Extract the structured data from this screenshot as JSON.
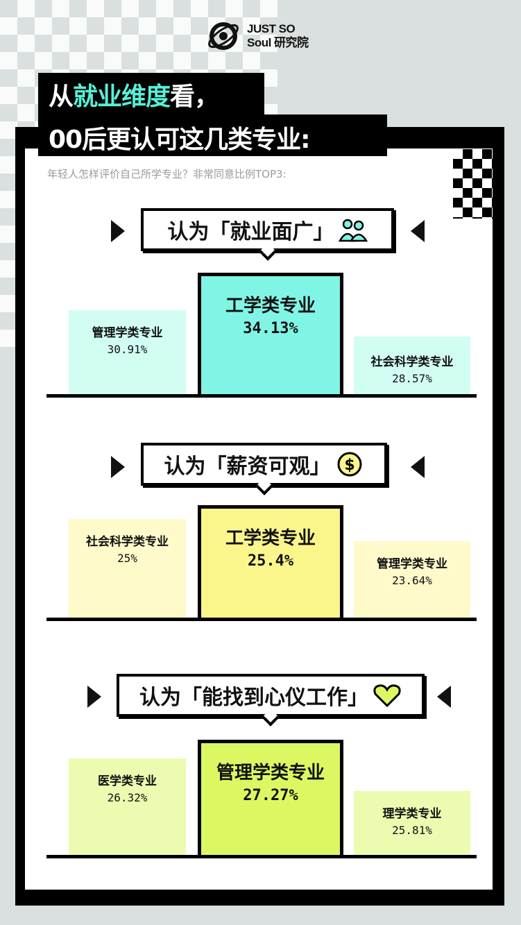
{
  "logo": {
    "line1": "JUST SO",
    "line2": "Soul 研究院"
  },
  "title": {
    "line1_pre": "从",
    "line1_hl": "就业维度",
    "line1_post": "看，",
    "line2": "00后更认可这几类专业:"
  },
  "subtitle": "年轻人怎样评价自己所学专业？非常同意比例TOP3:",
  "colors": {
    "accent": "#55f0d8",
    "s1_light": "#d2fdf3",
    "s1_main": "#80f5e5",
    "s2_light": "#fefac9",
    "s2_main": "#fbf68c",
    "s3_light": "#ebfbb0",
    "s3_main": "#dbf862"
  },
  "chart_data": [
    {
      "type": "bar",
      "title": "认为「就业面广」",
      "icon": "people-icon",
      "bars": [
        {
          "label": "管理学类专业",
          "value": 30.91,
          "value_text": "30.91%"
        },
        {
          "label": "工学类专业",
          "value": 34.13,
          "value_text": "34.13%"
        },
        {
          "label": "社会科学类专业",
          "value": 28.57,
          "value_text": "28.57%"
        }
      ]
    },
    {
      "type": "bar",
      "title": "认为「薪资可观」",
      "icon": "dollar-coin-icon",
      "bars": [
        {
          "label": "社会科学类专业",
          "value": 25,
          "value_text": "25%"
        },
        {
          "label": "工学类专业",
          "value": 25.4,
          "value_text": "25.4%"
        },
        {
          "label": "管理学类专业",
          "value": 23.64,
          "value_text": "23.64%"
        }
      ]
    },
    {
      "type": "bar",
      "title": "认为「能找到心仪工作」",
      "icon": "heart-icon",
      "bars": [
        {
          "label": "医学类专业",
          "value": 26.32,
          "value_text": "26.32%"
        },
        {
          "label": "管理学类专业",
          "value": 27.27,
          "value_text": "27.27%"
        },
        {
          "label": "理学类专业",
          "value": 25.81,
          "value_text": "25.81%"
        }
      ]
    }
  ]
}
